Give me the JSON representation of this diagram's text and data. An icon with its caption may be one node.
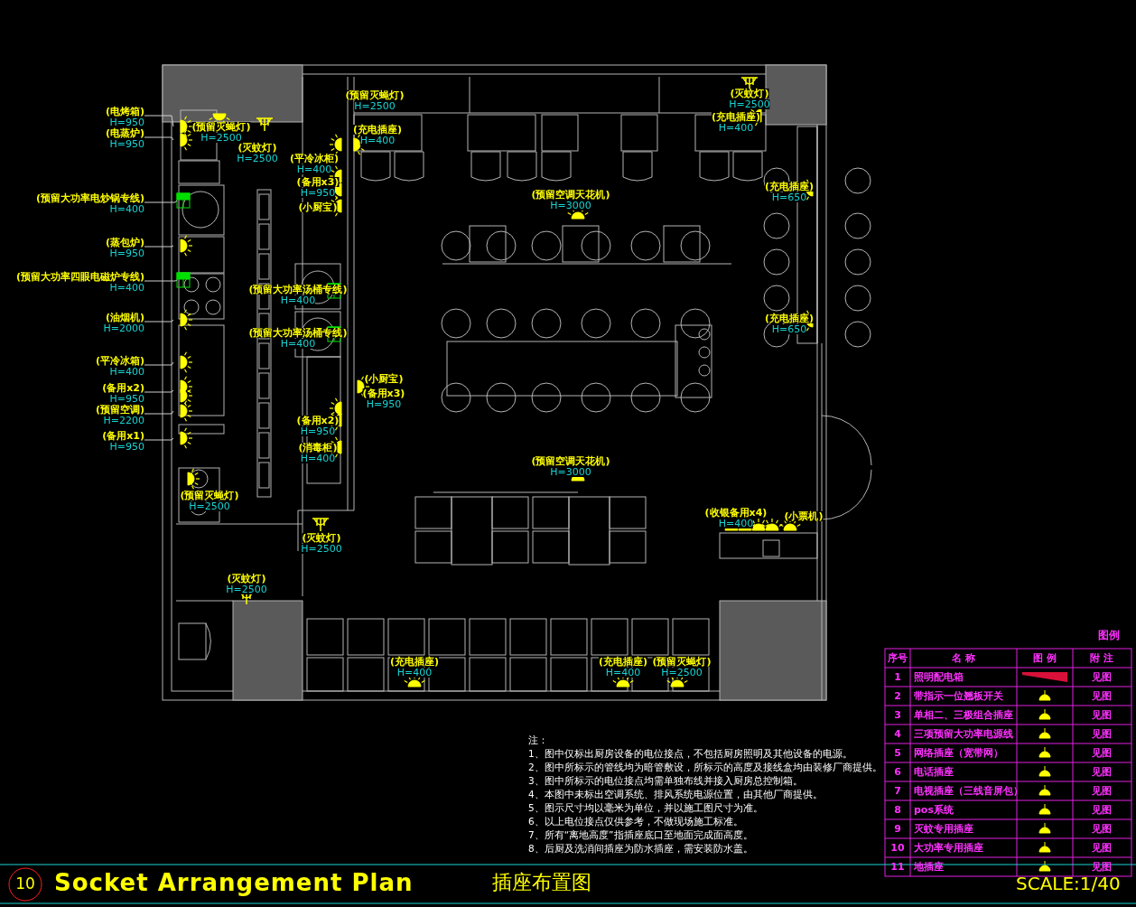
{
  "diagram": {
    "title": "Socket Arrangement Plan",
    "nodes": [
      {
        "text": [
          "(电烤箱)",
          "H=950"
        ]
      },
      {
        "text": [
          "(电蒸炉)",
          "H=950"
        ]
      },
      {
        "text": [
          "(预留大功率电炒锅专线)",
          "H=400"
        ]
      },
      {
        "text": [
          "(蒸包炉)",
          "H=950"
        ]
      },
      {
        "text": [
          "(预留大功率四眼电磁炉专线)",
          "H=400"
        ]
      },
      {
        "text": [
          "(油烟机)",
          "H=2000"
        ]
      },
      {
        "text": [
          "(平冷冰箱)",
          "H=400"
        ]
      },
      {
        "text": [
          "(备用x2)",
          "H=950"
        ]
      },
      {
        "text": [
          "(预留空调)",
          "H=2200"
        ]
      },
      {
        "text": [
          "(备用x1)",
          "H=950"
        ]
      }
    ],
    "edges": [
      {
        "from": 0,
        "to": null,
        "arrow": "none"
      },
      {
        "from": 1,
        "to": null,
        "arrow": "none"
      },
      {
        "from": 2,
        "to": null,
        "arrow": "none"
      },
      {
        "from": 3,
        "to": null,
        "arrow": "none"
      },
      {
        "from": 4,
        "to": null,
        "arrow": "none"
      },
      {
        "from": 5,
        "to": null,
        "arrow": "none"
      },
      {
        "from": 6,
        "to": null,
        "arrow": "none"
      },
      {
        "from": 7,
        "to": null,
        "arrow": "none"
      },
      {
        "from": 8,
        "to": null,
        "arrow": "none"
      },
      {
        "from": 9,
        "to": null,
        "arrow": "none"
      }
    ],
    "labels": [
      "(预留灭蝇灯)",
      "H=2500",
      "(灭蚊灯)",
      "H=2500",
      "(平冷冰柜)",
      "H=400",
      "(备用x3)",
      "H=950",
      "(小厨宝)",
      "(预留大功率汤桶专线)",
      "H=400",
      "(预留大功率汤桶专线)",
      "H=400",
      "(小厨宝)",
      "(备用x3)",
      "H=950",
      "(备用x2)",
      "H=950",
      "(消毒柜)",
      "H=400",
      "(预留灭蝇灯)",
      "H=2500",
      "(灭蚊灯)",
      "H=2500",
      "(灭蚊灯)",
      "H=2500",
      "(预留灭蝇灯)",
      "H=2500",
      "(充电插座)",
      "H=400",
      "(灭蚊灯)",
      "H=2500",
      "(充电插座)",
      "H=400",
      "(预留空调天花机)",
      "H=3000",
      "(充电插座)",
      "H=650",
      "(充电插座)",
      "H=650",
      "(预留空调天花机)",
      "H=3000",
      "(收银备用x4)",
      "H=400",
      "(小票机)",
      "(充电插座)",
      "H=400",
      "(充电插座)",
      "H=400",
      "(预留灭蝇灯)",
      "H=2500",
      "注：",
      "1、图中仅标出厨房设备的电位接点，不包括厨房照明及其他设备的电源。",
      "2、图中所标示的管线均为暗管敷设，所标示的高度及接线盒均由装修厂商提供。",
      "3、图中所标示的电位接点均需单独布线并接入厨房总控制箱。",
      "4、本图中未标出空调系统、排风系统电源位置，由其他厂商提供。",
      "5、图示尺寸均以毫米为单位，并以施工图尺寸为准。",
      "6、以上电位接点仅供参考，不做现场施工标准。",
      "7、所有“离地高度”指插座底口至地面完成面高度。",
      "8、后厨及洗消间插座为防水插座，需安装防水盖。",
      "图例",
      "序号",
      "名 称",
      "图 例",
      "附 注",
      "1",
      "见图",
      "2",
      "见图",
      "3",
      "见图",
      "4",
      "见图",
      "5",
      "见图",
      "6",
      "见图",
      "7",
      "见图",
      "8",
      "见图",
      "9",
      "见图",
      "10",
      "见图",
      "11",
      "见图",
      "10",
      "插座布置图",
      "SCALE:1/40"
    ],
    "legend": [
      {
        "text": "照明配电箱",
        "color": "#d8103a"
      },
      {
        "text": "带指示一位翘板开关"
      },
      {
        "text": "单相二、三极组合插座"
      },
      {
        "text": "三项预留大功率电源线"
      },
      {
        "text": "网络插座（宽带网）"
      },
      {
        "text": "电话插座"
      },
      {
        "text": "电视插座（三线音屏包）"
      },
      {
        "text": "pos系统"
      },
      {
        "text": "灭蚊专用插座"
      },
      {
        "text": "大功率专用插座"
      },
      {
        "text": "地插座"
      }
    ]
  }
}
